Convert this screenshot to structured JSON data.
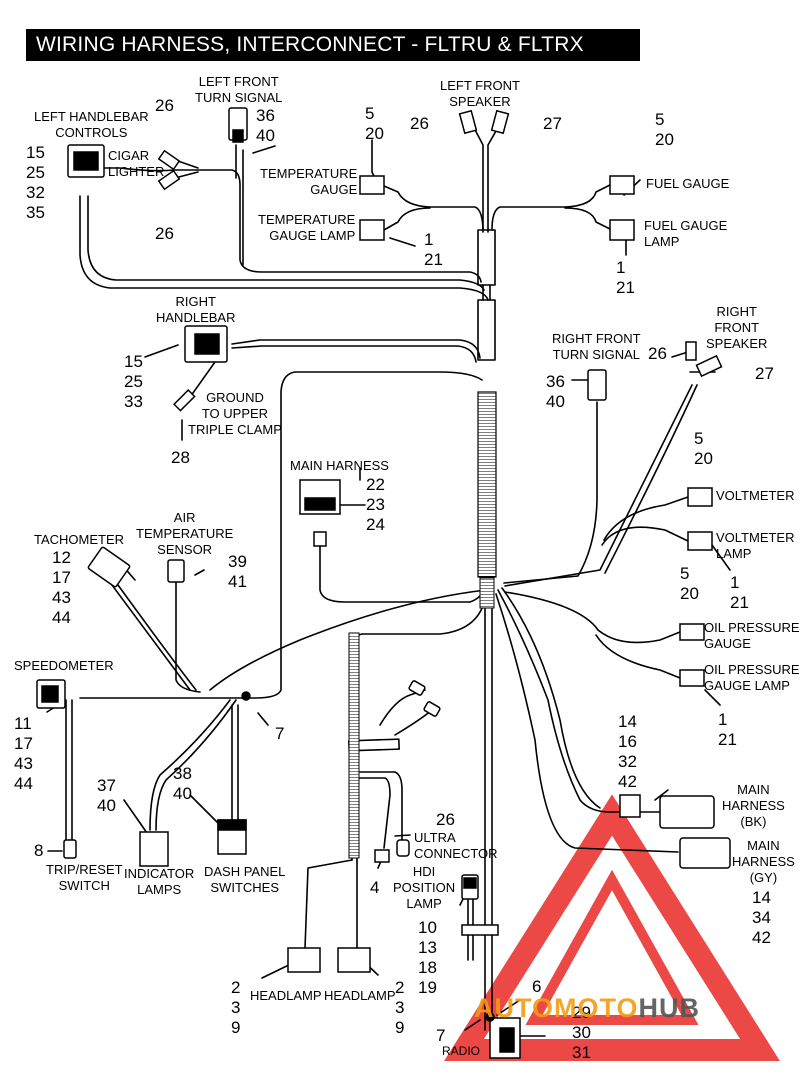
{
  "title": "WIRING HARNESS, INTERCONNECT - FLTRU & FLTRX",
  "components": {
    "left_handlebar_controls": {
      "label": "LEFT HANDLEBAR\nCONTROLS",
      "refs": "15\n25\n32\n35"
    },
    "cigar_lighter": {
      "label": "CIGAR\nLIGHTER",
      "ref_top": "26",
      "ref_bottom": "26"
    },
    "left_front_turn_signal": {
      "label": "LEFT FRONT\nTURN SIGNAL",
      "refs": "36\n40"
    },
    "temperature_gauge": {
      "label": "TEMPERATURE\nGAUGE",
      "refs": "5\n20"
    },
    "temperature_gauge_lamp": {
      "label": "TEMPERATURE\nGAUGE LAMP",
      "refs": "1\n21"
    },
    "left_front_speaker": {
      "label": "LEFT FRONT\nSPEAKER",
      "ref_left": "26",
      "ref_right": "27"
    },
    "fuel_gauge": {
      "label": "FUEL GAUGE",
      "refs": "5\n20"
    },
    "fuel_gauge_lamp": {
      "label": "FUEL GAUGE\nLAMP",
      "refs": "1\n21"
    },
    "right_handlebar": {
      "label": "RIGHT\nHANDLEBAR",
      "refs": "15\n25\n33"
    },
    "ground": {
      "label": "GROUND\nTO UPPER\nTRIPLE CLAMP",
      "refs": "28"
    },
    "right_front_turn_signal": {
      "label": "RIGHT FRONT\nTURN SIGNAL",
      "refs": "36\n40"
    },
    "right_front_speaker": {
      "label": "RIGHT\nFRONT\nSPEAKER",
      "ref_left": "26",
      "ref_right": "27"
    },
    "main_harness_top": {
      "label": "MAIN HARNESS",
      "refs": "22\n23\n24"
    },
    "voltmeter": {
      "label": "VOLTMETER",
      "refs": "5\n20"
    },
    "voltmeter_lamp": {
      "label": "VOLTMETER\nLAMP",
      "refs": "1\n21"
    },
    "tachometer": {
      "label": "TACHOMETER",
      "refs": "12\n17\n43\n44"
    },
    "air_temp_sensor": {
      "label": "AIR\nTEMPERATURE\nSENSOR",
      "refs": "39\n41"
    },
    "oil_pressure_gauge": {
      "label": "OIL PRESSURE\nGAUGE",
      "refs": "5\n20"
    },
    "oil_pressure_gauge_lamp": {
      "label": "OIL PRESSURE\nGAUGE LAMP",
      "refs": "1\n21"
    },
    "speedometer": {
      "label": "SPEEDOMETER",
      "refs": "11\n17\n43\n44"
    },
    "clip_ref": "7",
    "main_harness_bk": {
      "label": "MAIN\nHARNESS\n(BK)",
      "refs": "14\n16\n32\n42"
    },
    "main_harness_gy": {
      "label": "MAIN\nHARNESS\n(GY)",
      "refs": "14\n34\n42"
    },
    "indicator_lamps": {
      "label": "INDICATOR\nLAMPS",
      "refs": "37\n40"
    },
    "dash_panel_switches": {
      "label": "DASH PANEL\nSWITCHES",
      "refs": "38\n40"
    },
    "trip_reset_switch": {
      "label": "TRIP/RESET\nSWITCH",
      "refs": "8"
    },
    "ultra_connector": {
      "label": "ULTRA\nCONNECTOR",
      "ref_top": "26",
      "ref_bottom": "4"
    },
    "hdi_position_lamp": {
      "label": "HDI\nPOSITION\nLAMP",
      "refs": "10\n13\n18\n19"
    },
    "headlamp_left": {
      "label": "HEADLAMP",
      "refs": "2\n3\n9"
    },
    "headlamp_right": {
      "label": "HEADLAMP",
      "refs": "2\n3\n9"
    },
    "radio": {
      "label": "RADIO",
      "ref_left": "7",
      "ref_top": "6",
      "refs_right": "29\n30\n31"
    }
  },
  "watermark": {
    "part1": "AUTOMOTO",
    "part2": "HUB",
    "color_red": "#e8211d",
    "color_orange": "#f39c12",
    "color_gray": "#555555"
  }
}
